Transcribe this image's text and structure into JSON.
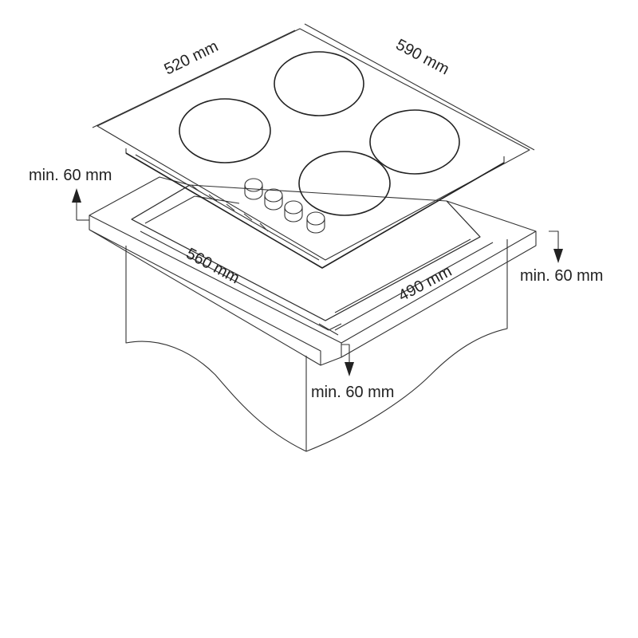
{
  "diagram": {
    "dimensions": {
      "hob_depth": "520 mm",
      "hob_width": "590 mm",
      "cutout_width": "560 mm",
      "cutout_depth": "490 mm"
    },
    "clearances": {
      "rear": "min. 60 mm",
      "side": "min. 60 mm",
      "front": "min. 60 mm"
    }
  }
}
